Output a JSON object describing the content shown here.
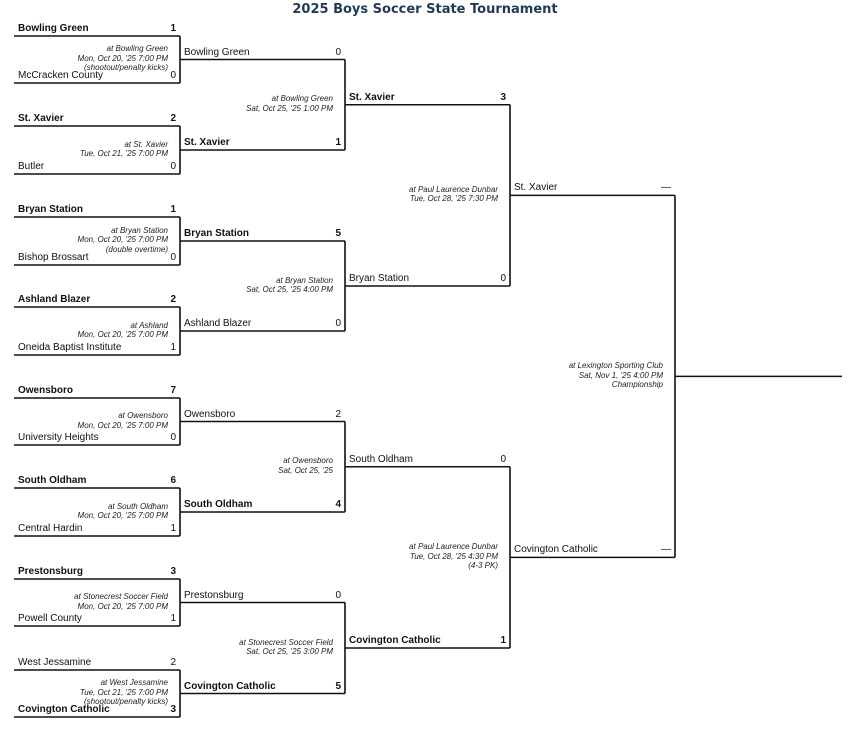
{
  "title": "2025 Boys Soccer State Tournament",
  "first_round": [
    {
      "top": {
        "team": "Bowling Green",
        "score": "1",
        "winner": true
      },
      "bottom": {
        "team": "McCracken County",
        "score": "0",
        "winner": false
      },
      "info": [
        "at Bowling Green",
        "Mon, Oct 20, '25 7:00 PM",
        "(shootout/penalty kicks)"
      ]
    },
    {
      "top": {
        "team": "St. Xavier",
        "score": "2",
        "winner": true
      },
      "bottom": {
        "team": "Butler",
        "score": "0",
        "winner": false
      },
      "info": [
        "at St. Xavier",
        "Tue, Oct 21, '25 7:00 PM"
      ]
    },
    {
      "top": {
        "team": "Bryan Station",
        "score": "1",
        "winner": true
      },
      "bottom": {
        "team": "Bishop Brossart",
        "score": "0",
        "winner": false
      },
      "info": [
        "at Bryan Station",
        "Mon, Oct 20, '25 7:00 PM",
        "(double overtime)"
      ]
    },
    {
      "top": {
        "team": "Ashland Blazer",
        "score": "2",
        "winner": true
      },
      "bottom": {
        "team": "Oneida Baptist Institute",
        "score": "1",
        "winner": false
      },
      "info": [
        "at Ashland",
        "Mon, Oct 20, '25 7:00 PM"
      ]
    },
    {
      "top": {
        "team": "Owensboro",
        "score": "7",
        "winner": true
      },
      "bottom": {
        "team": "University Heights",
        "score": "0",
        "winner": false
      },
      "info": [
        "at Owensboro",
        "Mon, Oct 20, '25 7:00 PM"
      ]
    },
    {
      "top": {
        "team": "South Oldham",
        "score": "6",
        "winner": true
      },
      "bottom": {
        "team": "Central Hardin",
        "score": "1",
        "winner": false
      },
      "info": [
        "at South Oldham",
        "Mon, Oct 20, '25 7:00 PM"
      ]
    },
    {
      "top": {
        "team": "Prestonsburg",
        "score": "3",
        "winner": true
      },
      "bottom": {
        "team": "Powell County",
        "score": "1",
        "winner": false
      },
      "info": [
        "at Stonecrest Soccer Field",
        "Mon, Oct 20, '25 7:00 PM"
      ]
    },
    {
      "top": {
        "team": "West Jessamine",
        "score": "2",
        "winner": false
      },
      "bottom": {
        "team": "Covington Catholic",
        "score": "3",
        "winner": true
      },
      "info": [
        "at West Jessamine",
        "Tue, Oct 21, '25 7:00 PM",
        "(shootout/penalty kicks)"
      ]
    }
  ],
  "quarterfinals": [
    {
      "top": {
        "team": "Bowling Green",
        "score": "0",
        "winner": false
      },
      "bottom": {
        "team": "St. Xavier",
        "score": "1",
        "winner": true
      },
      "info": [
        "at Bowling Green",
        "Sat, Oct 25, '25 1:00 PM"
      ]
    },
    {
      "top": {
        "team": "Bryan Station",
        "score": "5",
        "winner": true
      },
      "bottom": {
        "team": "Ashland Blazer",
        "score": "0",
        "winner": false
      },
      "info": [
        "at Bryan Station",
        "Sat, Oct 25, '25 4:00 PM"
      ]
    },
    {
      "top": {
        "team": "Owensboro",
        "score": "2",
        "winner": false
      },
      "bottom": {
        "team": "South Oldham",
        "score": "4",
        "winner": true
      },
      "info": [
        "at Owensboro",
        "Sat, Oct 25, '25"
      ]
    },
    {
      "top": {
        "team": "Prestonsburg",
        "score": "0",
        "winner": false
      },
      "bottom": {
        "team": "Covington Catholic",
        "score": "5",
        "winner": true
      },
      "info": [
        "at Stonecrest Soccer Field",
        "Sat, Oct 25, '25 3:00 PM"
      ]
    }
  ],
  "semifinals": [
    {
      "top": {
        "team": "St. Xavier",
        "score": "3",
        "winner": true
      },
      "bottom": {
        "team": "Bryan Station",
        "score": "0",
        "winner": false
      },
      "info": [
        "at Paul Laurence Dunbar",
        "Tue, Oct 28, '25 7:30 PM"
      ]
    },
    {
      "top": {
        "team": "South Oldham",
        "score": "0",
        "winner": false
      },
      "bottom": {
        "team": "Covington Catholic",
        "score": "1",
        "winner": true
      },
      "info": [
        "at Paul Laurence Dunbar",
        "Tue, Oct 28, '25 4:30 PM",
        "(4-3 PK)"
      ]
    }
  ],
  "final": {
    "top": {
      "team": "St. Xavier",
      "score": "—",
      "winner": false
    },
    "bottom": {
      "team": "Covington Catholic",
      "score": "—",
      "winner": false
    },
    "info": [
      "at Lexington Sporting Club",
      "Sat, Nov 1, '25 4:00 PM",
      "Championship"
    ]
  }
}
